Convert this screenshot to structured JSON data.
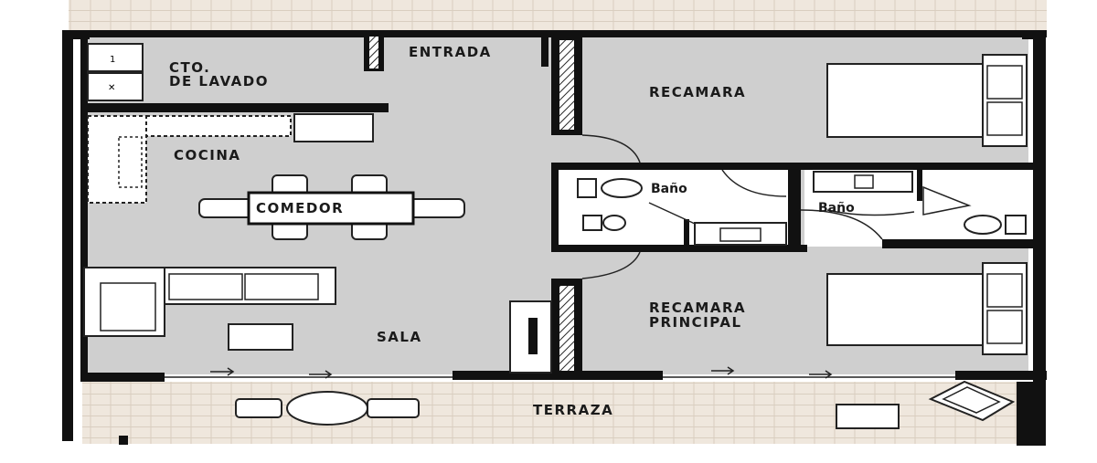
{
  "rooms": {
    "laundry_line1": "CTO.",
    "laundry_line2": "DE LAVADO",
    "entrance": "ENTRADA",
    "kitchen": "COCINA",
    "dining": "COMEDOR",
    "living": "SALA",
    "bedroom": "RECAMARA",
    "bathroom_1": "Baño",
    "bathroom_2": "Baño",
    "master_line1": "RECAMARA",
    "master_line2": "PRINCIPAL",
    "terrace": "TERRAZA"
  },
  "colors": {
    "interior_floor": "#cfcfcf",
    "exterior_tile": "#efe7dd",
    "wall": "#111111"
  }
}
